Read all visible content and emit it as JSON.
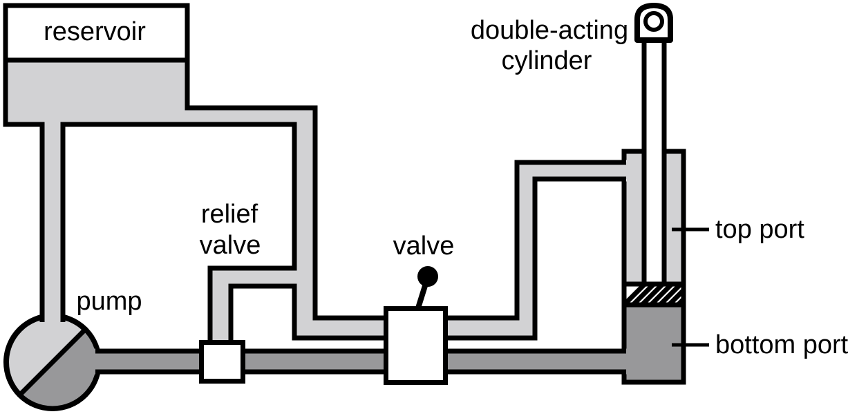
{
  "diagram": {
    "type": "hydraulic-circuit-schematic",
    "labels": {
      "reservoir": "reservoir",
      "pump": "pump",
      "relief_valve_line1": "relief",
      "relief_valve_line2": "valve",
      "valve": "valve",
      "cylinder_line1": "double-acting",
      "cylinder_line2": "cylinder",
      "top_port": "top port",
      "bottom_port": "bottom port"
    },
    "colors": {
      "fluid_light": "#d2d2d4",
      "fluid_dark": "#98989a",
      "outline": "#000000",
      "background": "#ffffff"
    }
  }
}
